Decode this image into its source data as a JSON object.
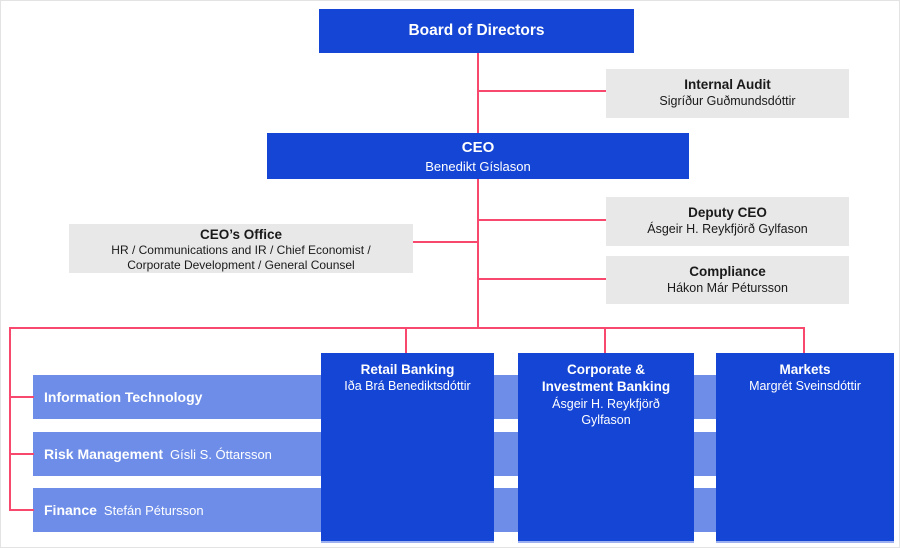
{
  "colors": {
    "primary_blue": "#1545d4",
    "light_blue": "#6d8de8",
    "gray_box": "#e8e8e8",
    "connector_pink": "#f9486e",
    "text_on_blue": "#ffffff",
    "text_on_gray": "#1a1a1a"
  },
  "org": {
    "board": {
      "title": "Board of Directors"
    },
    "internal_audit": {
      "title": "Internal Audit",
      "name": "Sigríður Guðmundsdóttir"
    },
    "ceo": {
      "title": "CEO",
      "name": "Benedikt Gíslason"
    },
    "deputy_ceo": {
      "title": "Deputy CEO",
      "name": "Ásgeir H. Reykfjörð Gylfason"
    },
    "ceos_office": {
      "title": "CEO’s Office",
      "subtitle": "HR / Communications and IR / Chief Economist / Corporate Development / General Counsel"
    },
    "compliance": {
      "title": "Compliance",
      "name": "Hákon Már Pétursson"
    },
    "retail_banking": {
      "title": "Retail Banking",
      "name": "Iða Brá Benediktsdóttir"
    },
    "corporate_investment_banking": {
      "title": "Corporate & Investment Banking",
      "name": "Ásgeir H. Reykfjörð Gylfason"
    },
    "markets": {
      "title": "Markets",
      "name": "Margrét Sveinsdóttir"
    },
    "information_technology": {
      "title": "Information Technology",
      "name": ""
    },
    "risk_management": {
      "title": "Risk Management",
      "name": "Gísli S. Óttarsson"
    },
    "finance": {
      "title": "Finance",
      "name": "Stefán Pétursson"
    }
  }
}
